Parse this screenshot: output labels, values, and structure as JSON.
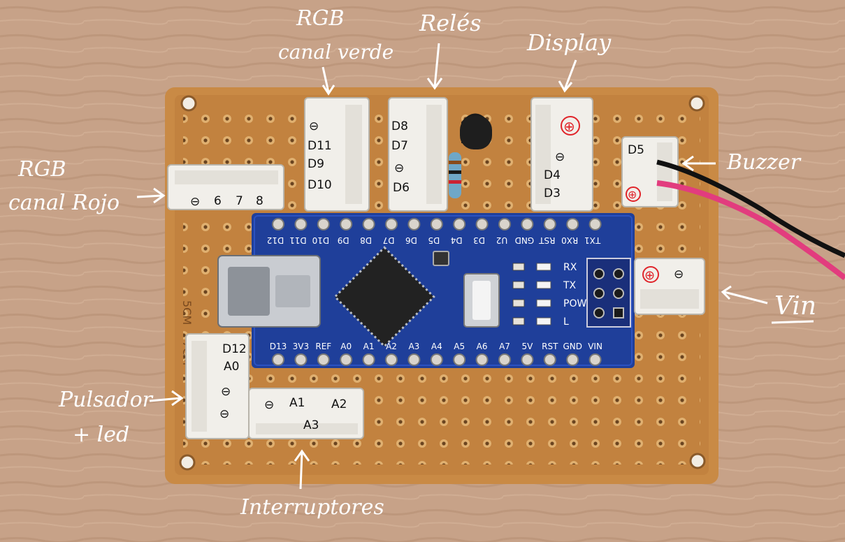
{
  "annotations": {
    "rgb_green_l1": "RGB",
    "rgb_green_l2": "canal verde",
    "reles": "Relés",
    "display": "Display",
    "rgb_red_l1": "RGB",
    "rgb_red_l2": "canal Rojo",
    "buzzer": "Buzzer",
    "vin": "Vin",
    "pulsador_l1": "Pulsador",
    "pulsador_l2": "+ led",
    "interruptores": "Interruptores"
  },
  "connectors": {
    "rgb_red": {
      "minus": "⊖",
      "pins": [
        "6",
        "7",
        "8"
      ]
    },
    "rgb_green": {
      "minus": "⊖",
      "pins": [
        "D11",
        "D9",
        "D10"
      ]
    },
    "reles": {
      "pins": [
        "D8",
        "D7"
      ],
      "minus": "⊖",
      "last": "D6"
    },
    "display": {
      "plus": "⊕",
      "minus": "⊖",
      "pins": [
        "D4",
        "D3"
      ]
    },
    "buzzer": {
      "pin": "D5",
      "plus": "⊕"
    },
    "vin": {
      "plus": "⊕",
      "minus": "⊖"
    },
    "pulsador": {
      "pins": [
        "D12",
        "A0"
      ],
      "minus": "⊖"
    },
    "interruptores": {
      "minus": "⊖",
      "pins": [
        "A1",
        "A2",
        "A3"
      ]
    }
  },
  "board": {
    "top_pins": [
      "D12",
      "D11",
      "D10",
      "D9",
      "D8",
      "D7",
      "D6",
      "D5",
      "D4",
      "D3",
      "U2",
      "GND",
      "RST",
      "RX0",
      "TX1"
    ],
    "bottom_pins": [
      "D13",
      "3V3",
      "REF",
      "A0",
      "A1",
      "A2",
      "A3",
      "A4",
      "A5",
      "A6",
      "A7",
      "5V",
      "RST",
      "GND",
      "VIN"
    ],
    "leds": [
      "RX",
      "TX",
      "POW",
      "L"
    ],
    "side_labels": [
      "5CM",
      "7CM"
    ]
  },
  "colors": {
    "pcb": "#c98a45",
    "arduino": "#1f3f9a",
    "connector": "#f1efea",
    "red_mark": "#e0242a",
    "background": "#c7a288"
  }
}
